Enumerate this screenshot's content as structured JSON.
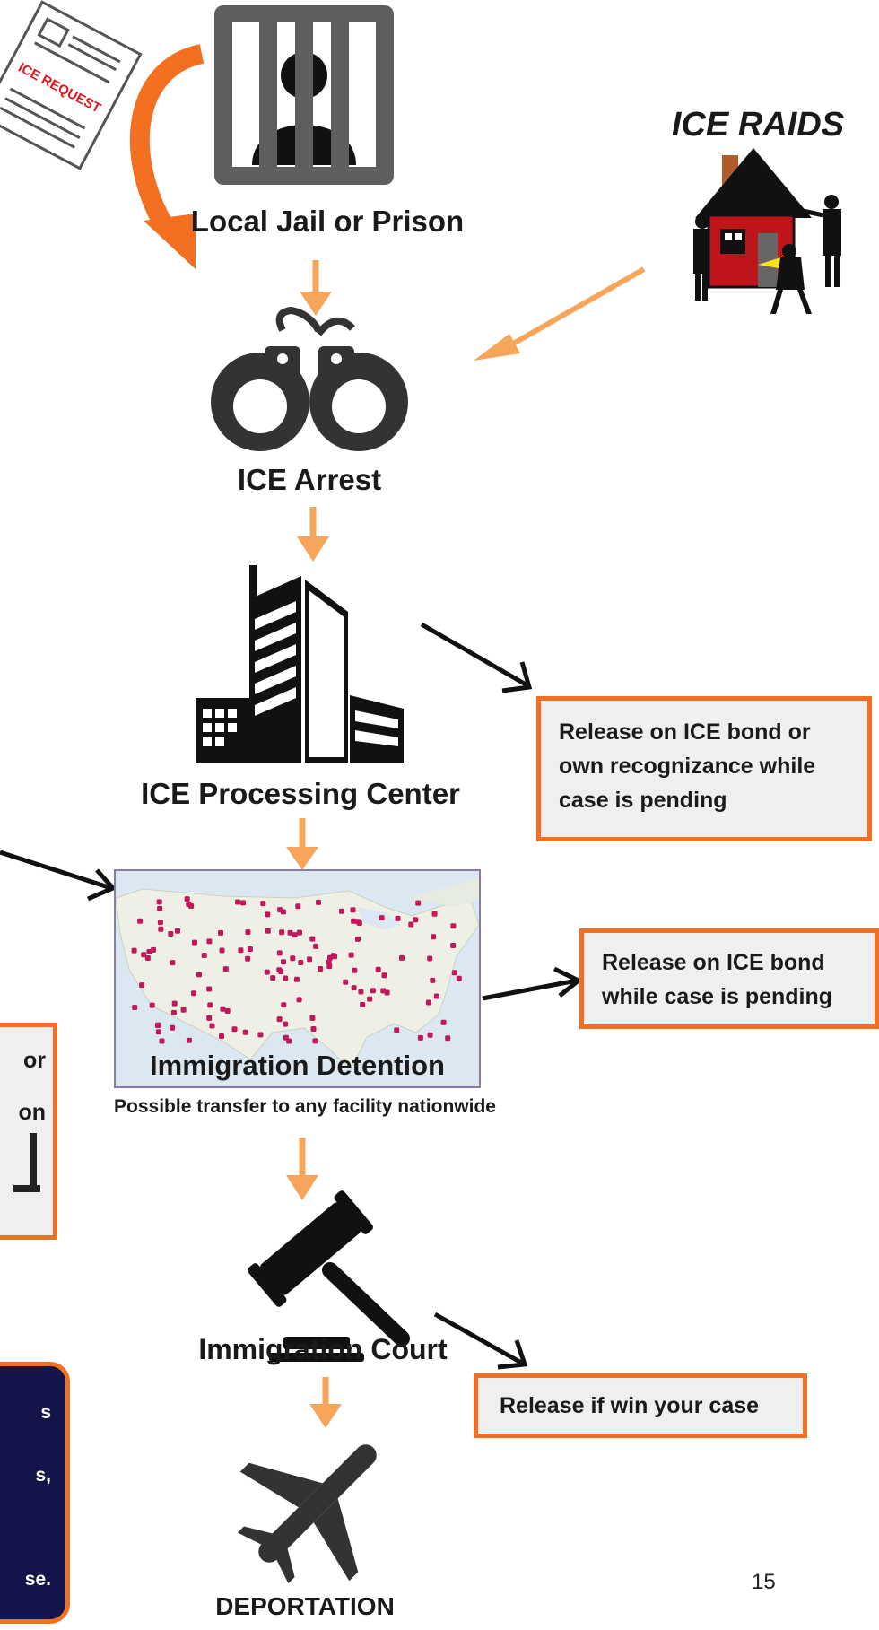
{
  "flow": {
    "jail_label": "Local Jail or Prison",
    "ice_request_text": "ICE REQUEST",
    "raids_label": "ICE RAIDS",
    "arrest_label": "ICE Arrest",
    "processing_label": "ICE Processing Center",
    "detention_label": "Immigration Detention",
    "transfer_note": "Possible transfer to any facility nationwide",
    "court_label": "Immigration Court",
    "deportation_label": "DEPORTATION"
  },
  "release_boxes": {
    "processing_line1": "Release on ICE bond or",
    "processing_line2": "own recognizance while",
    "processing_line3": "case is pending",
    "detention_line1": "Release on ICE bond",
    "detention_line2": "while case is pending",
    "court": "Release if win your case"
  },
  "left_partial": {
    "line1": "or",
    "line2": "on"
  },
  "navy_box": {
    "line1": "s",
    "line2": "s,",
    "line3": "se."
  },
  "page_number": "15",
  "colors": {
    "accent_orange": "#f36f21",
    "flow_arrow": "#f7a55a",
    "icon_dark": "#333333",
    "map_border": "#8a7aa8",
    "navy": "#13154a",
    "house_red": "#c0141b"
  }
}
